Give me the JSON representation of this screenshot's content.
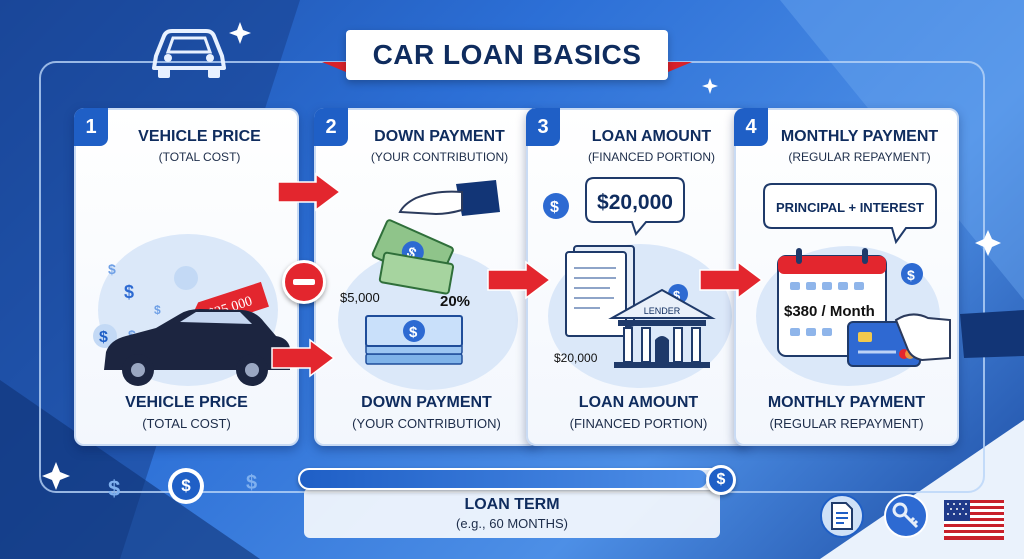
{
  "title": "CAR LOAN BASICS",
  "steps": [
    {
      "num": "1",
      "heading": "VEHICLE PRICE",
      "sub": "(TOTAL COST)",
      "footer": "VEHICLE PRICE",
      "footer_sub": "(TOTAL COST)",
      "tag": "$25,000"
    },
    {
      "num": "2",
      "heading": "DOWN PAYMENT",
      "sub": "(YOUR CONTRIBUTION)",
      "footer": "DOWN PAYMENT",
      "footer_sub": "(YOUR CONTRIBUTION)",
      "amount": "$5,000",
      "percent": "20%"
    },
    {
      "num": "3",
      "heading": "LOAN AMOUNT",
      "sub": "(FINANCED PORTION)",
      "footer": "LOAN AMOUNT",
      "footer_sub": "(FINANCED PORTION)",
      "bubble": "$20,000",
      "amount": "$20,000",
      "lender": "LENDER"
    },
    {
      "num": "4",
      "heading": "MONTHLY PAYMENT",
      "sub": "(REGULAR REPAYMENT)",
      "footer": "MONTHLY PAYMENT",
      "footer_sub": "(REGULAR REPAYMENT)",
      "bubble": "PRINCIPAL + INTEREST",
      "payment": "$380 / Month"
    }
  ],
  "term": {
    "label": "LOAN TERM",
    "sub": "(e.g., 60 MONTHS)",
    "progress": 0.97
  },
  "symbols": {
    "dollar": "$",
    "minus": "−"
  },
  "colors": {
    "primary": "#1f5fc6",
    "accent": "#d8222a",
    "navy": "#0f2c5e"
  },
  "icons": [
    "car-icon",
    "document-icon",
    "keys-icon",
    "us-flag-icon",
    "dollar-coin-icon",
    "sparkle-icon"
  ]
}
